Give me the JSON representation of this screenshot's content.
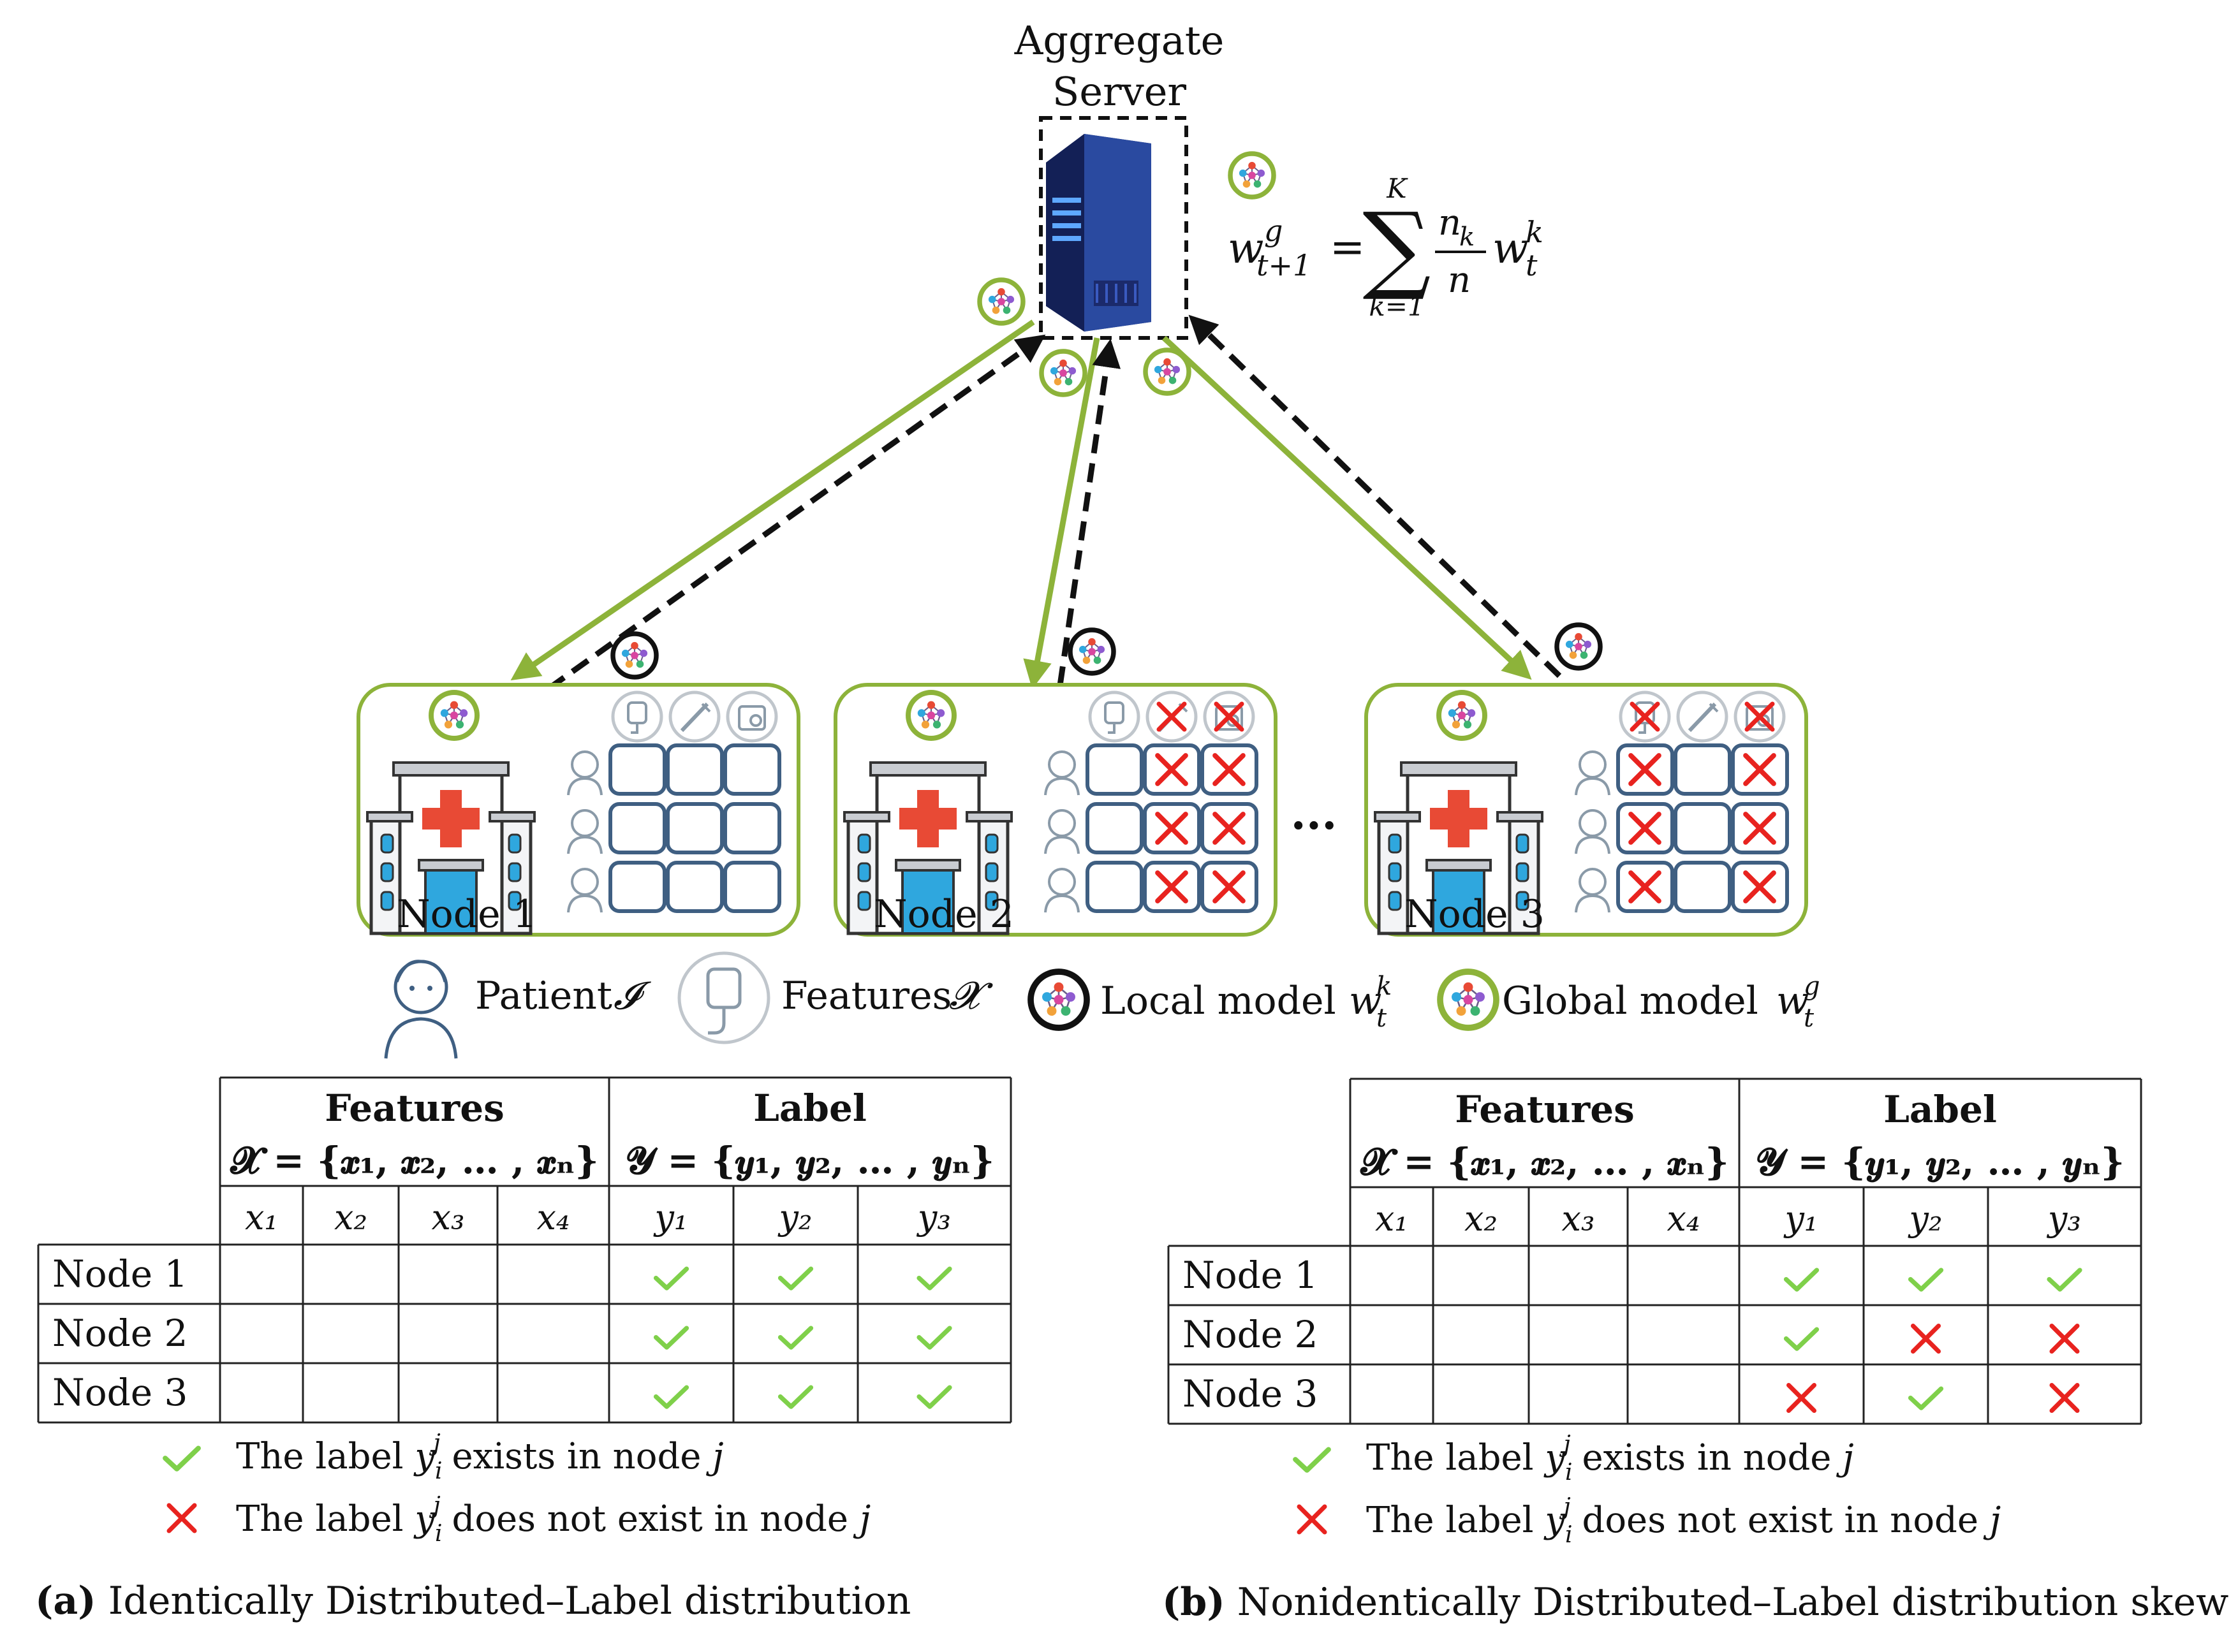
{
  "server": {
    "title_line1": "Aggregate",
    "title_line2": "Server"
  },
  "formula": {
    "w": "w",
    "sup_g": "g",
    "sub_t1": "t+1",
    "eq": "=",
    "sum_top": "K",
    "sum_bottom": "k=1",
    "num": "n",
    "num_sub": "k",
    "den": "n",
    "w2": "w",
    "sub_t": "t",
    "sup_k": "k"
  },
  "nodes": [
    {
      "label": "Node 1",
      "missing_features": [],
      "missing_columns": []
    },
    {
      "label": "Node 2",
      "missing_features": [
        1,
        2
      ],
      "missing_columns": [
        1,
        2
      ]
    },
    {
      "label": "Node 3",
      "missing_features": [
        0,
        2
      ],
      "missing_columns": [
        0,
        2
      ]
    }
  ],
  "ellipsis": "...",
  "legend": {
    "patient": "Patient",
    "patient_sym": "𝓘",
    "features": "Features",
    "features_sym": "𝓧",
    "local": "Local model",
    "global": "Global model",
    "w": "w",
    "t": "t",
    "k": "k",
    "g": "g"
  },
  "tables": [
    {
      "features_header": "Features",
      "features_set": "𝓧 = {𝒙₁, 𝒙₂, … , 𝒙ₙ}",
      "label_header": "Label",
      "label_set": "𝓨 = {𝒚₁, 𝒚₂, … , 𝒚ₙ}",
      "x_cols": [
        "x₁",
        "x₂",
        "x₃",
        "x₄"
      ],
      "y_cols": [
        "y₁",
        "y₂",
        "y₃"
      ],
      "rows": [
        {
          "node": "Node 1",
          "labels": [
            1,
            1,
            1
          ]
        },
        {
          "node": "Node 2",
          "labels": [
            1,
            1,
            1
          ]
        },
        {
          "node": "Node 3",
          "labels": [
            1,
            1,
            1
          ]
        }
      ],
      "caption_prefix": "(a)",
      "caption_text": " Identically Distributed–Label distribution"
    },
    {
      "features_header": "Features",
      "features_set": "𝓧 = {𝒙₁, 𝒙₂, … , 𝒙ₙ}",
      "label_header": "Label",
      "label_set": "𝓨 = {𝒚₁, 𝒚₂, … , 𝒚ₙ}",
      "x_cols": [
        "x₁",
        "x₂",
        "x₃",
        "x₄"
      ],
      "y_cols": [
        "y₁",
        "y₂",
        "y₃"
      ],
      "rows": [
        {
          "node": "Node 1",
          "labels": [
            1,
            1,
            1
          ]
        },
        {
          "node": "Node 2",
          "labels": [
            1,
            0,
            0
          ]
        },
        {
          "node": "Node 3",
          "labels": [
            0,
            1,
            0
          ]
        }
      ],
      "caption_prefix": "(b)",
      "caption_text": " Nonidentically Distributed–Label distribution skew"
    }
  ],
  "table_legend": {
    "prefix": "The label ",
    "y": "y",
    "sub_i": "i",
    "sup_j": "j",
    "exists": " exists in node ",
    "not_exists": " does not exist in node ",
    "node_j": "j"
  },
  "colors": {
    "green": "#8db33a",
    "red": "#e8231f",
    "check": "#7fd04a",
    "server_dark": "#1b2a6b",
    "server_mid": "#2a4aa0",
    "server_light": "#5ea8ff",
    "cell_border": "#3f5f82",
    "icon_gray": "#8a9aa8",
    "hospital_red": "#e84a35",
    "window_blue": "#2fa7de",
    "black": "#111111"
  }
}
